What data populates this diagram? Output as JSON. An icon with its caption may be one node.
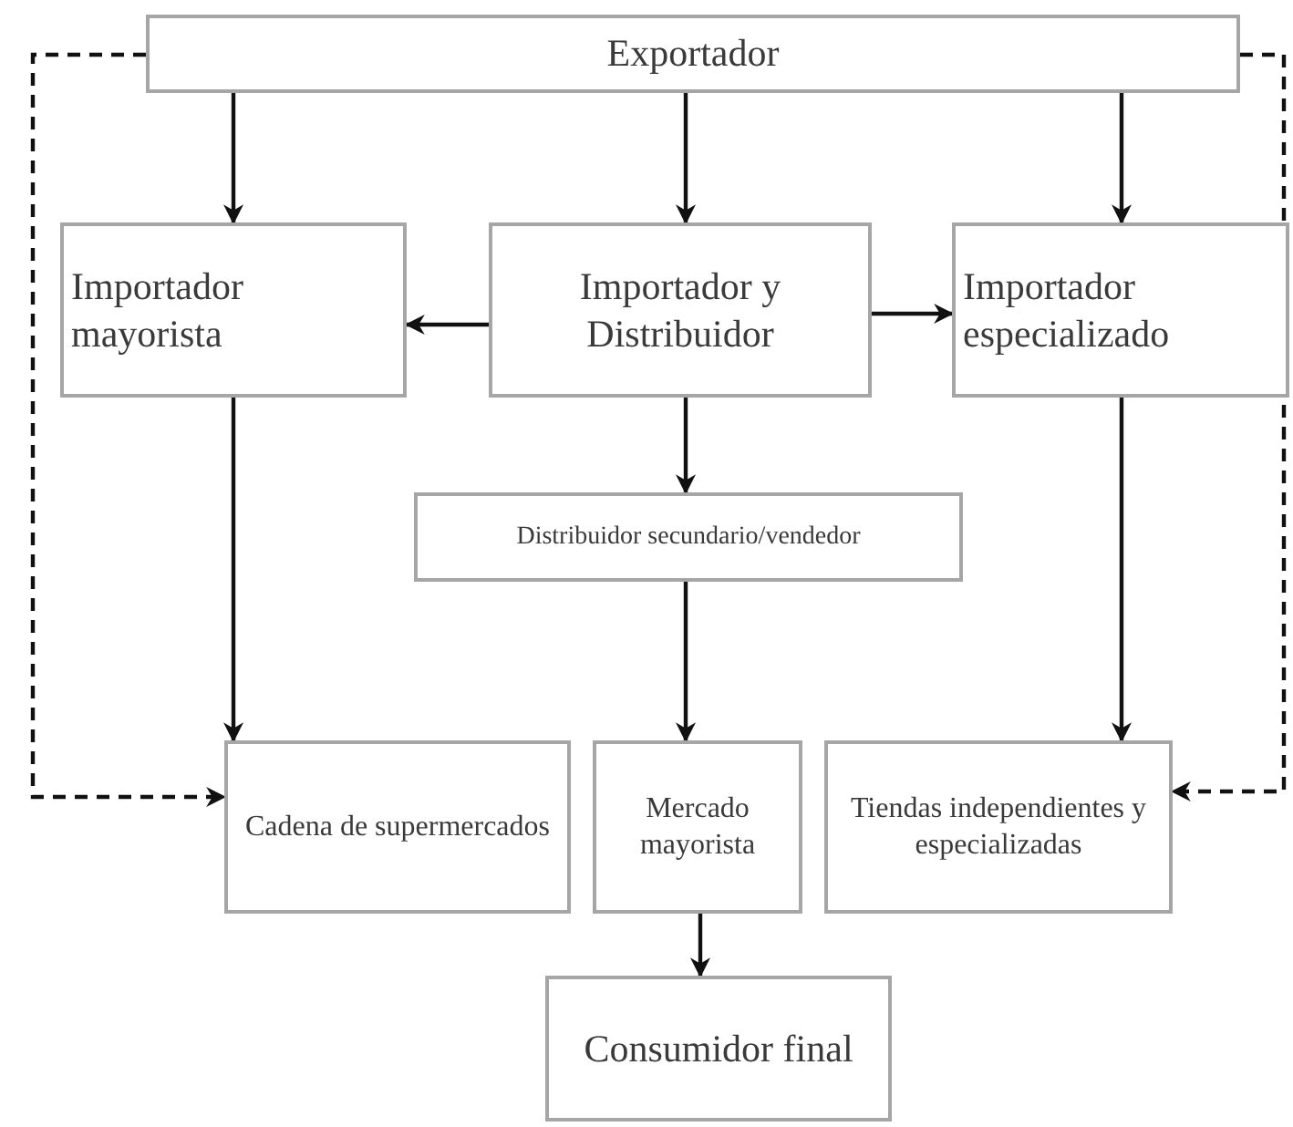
{
  "diagram": {
    "nodes": [
      {
        "text": [
          "Exportador"
        ]
      },
      {
        "text": [
          "Importador mayorista"
        ]
      },
      {
        "text": [
          "Importador y Distribuidor"
        ]
      },
      {
        "text": [
          "Importador especializado"
        ]
      },
      {
        "text": [
          "Distribuidor secundario/vendedor"
        ]
      },
      {
        "text": [
          "Cadena de supermercados"
        ]
      },
      {
        "text": [
          "Mercado mayorista"
        ]
      },
      {
        "text": [
          "Tiendas independientes y especializadas"
        ]
      },
      {
        "text": [
          "Consumidor final"
        ]
      }
    ],
    "edges": [
      {
        "from": 0,
        "to": 1,
        "arrow": "to"
      },
      {
        "from": 0,
        "to": 2,
        "arrow": "to"
      },
      {
        "from": 0,
        "to": 3,
        "arrow": "to"
      },
      {
        "from": 2,
        "to": 1,
        "arrow": "to"
      },
      {
        "from": 2,
        "to": 3,
        "arrow": "to"
      },
      {
        "from": 2,
        "to": 4,
        "arrow": "to"
      },
      {
        "from": 1,
        "to": 5,
        "arrow": "to"
      },
      {
        "from": 4,
        "to": 6,
        "arrow": "to"
      },
      {
        "from": 3,
        "to": 7,
        "arrow": "to"
      },
      {
        "from": 6,
        "to": 8,
        "arrow": "to"
      },
      {
        "from": 0,
        "to": 5,
        "arrow": "to",
        "style": "dashed"
      },
      {
        "from": 0,
        "to": 7,
        "arrow": "to",
        "style": "dashed"
      }
    ]
  }
}
